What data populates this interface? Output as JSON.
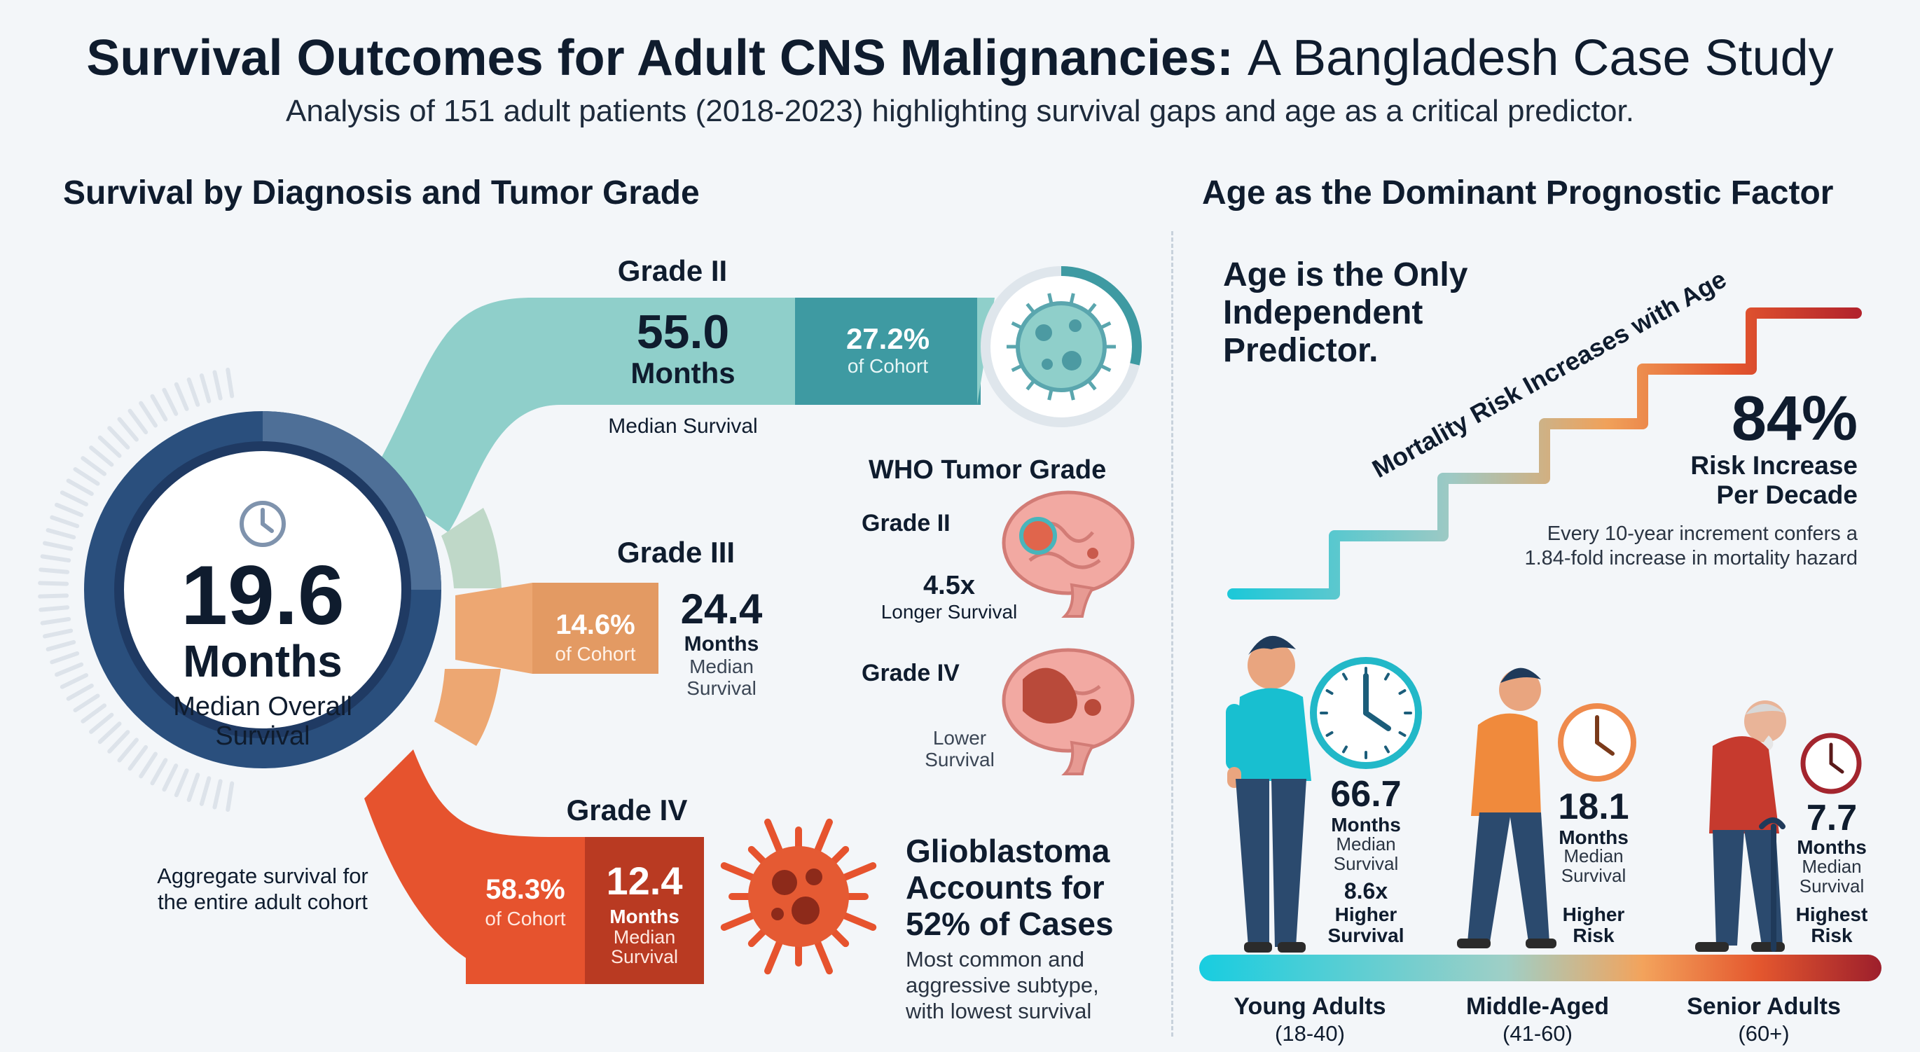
{
  "header": {
    "title_main": "Survival Outcomes for Adult CNS Malignancies:",
    "title_sub": "A Bangladesh Case Study",
    "subtitle": "Analysis of 151 adult patients (2018-2023) highlighting survival gaps and age as a critical predictor."
  },
  "left": {
    "heading": "Survival by Diagnosis and Tumor Grade",
    "overall": {
      "value": "19.6",
      "unit": "Months",
      "label_1": "Median Overall",
      "label_2": "Survival",
      "note_1": "Aggregate survival for",
      "note_2": "the entire adult cohort"
    },
    "grade2": {
      "title": "Grade II",
      "value": "55.0",
      "unit": "Months",
      "label": "Median Survival",
      "pct": "27.2%",
      "pct_label": "of Cohort"
    },
    "grade3": {
      "title": "Grade III",
      "pct": "14.6%",
      "pct_label": "of Cohort",
      "value": "24.4",
      "unit": "Months",
      "label_1": "Median",
      "label_2": "Survival"
    },
    "grade4": {
      "title": "Grade IV",
      "pct": "58.3%",
      "pct_label": "of Cohort",
      "value": "12.4",
      "unit": "Months",
      "label_1": "Median",
      "label_2": "Survival"
    },
    "who": {
      "heading": "WHO Tumor Grade",
      "g2_label": "Grade II",
      "multiplier": "4.5x",
      "multiplier_label": "Longer Survival",
      "g4_label": "Grade IV",
      "lower_1": "Lower",
      "lower_2": "Survival"
    },
    "gbm": {
      "title_1": "Glioblastoma",
      "title_2": "Accounts for",
      "title_3": "52% of Cases",
      "desc_1": "Most common and",
      "desc_2": "aggressive subtype,",
      "desc_3": "with lowest survival"
    }
  },
  "right": {
    "heading": "Age as the Dominant Prognostic Factor",
    "predictor_1": "Age is the Only",
    "predictor_2": "Independent",
    "predictor_3": "Predictor.",
    "stairs_label": "Mortality Risk Increases with Age",
    "risk_value": "84%",
    "risk_label_1": "Risk Increase",
    "risk_label_2": "Per Decade",
    "risk_note_1": "Every 10-year increment confers a",
    "risk_note_2": "1.84-fold increase in mortality hazard",
    "groups": [
      {
        "value": "66.7",
        "unit": "Months",
        "label_1": "Median",
        "label_2": "Survival",
        "extra_1": "8.6x",
        "extra_2": "Higher",
        "extra_3": "Survival",
        "name": "Young Adults",
        "range": "(18-40)"
      },
      {
        "value": "18.1",
        "unit": "Months",
        "label_1": "Median",
        "label_2": "Survival",
        "extra_1": "Higher",
        "extra_2": "Risk",
        "name": "Middle-Aged",
        "range": "(41-60)"
      },
      {
        "value": "7.7",
        "unit": "Months",
        "label_1": "Median",
        "label_2": "Survival",
        "extra_1": "Highest",
        "extra_2": "Risk",
        "name": "Senior Adults",
        "range": "(60+)"
      }
    ]
  },
  "colors": {
    "navy": "#1f3a63",
    "teal": "#8fcfca",
    "teal_dark": "#3e9aa2",
    "orange": "#eda772",
    "red": "#e6532e",
    "red_dark": "#b93a22",
    "cyan": "#1ec8d8"
  }
}
